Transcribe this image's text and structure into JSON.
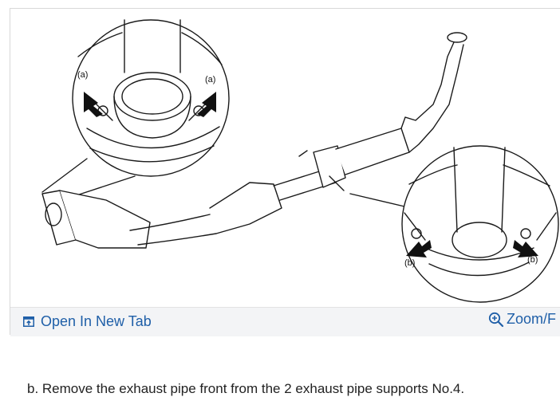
{
  "toolbar": {
    "open_tab_label": "Open In New Tab",
    "zoom_label": "Zoom/F"
  },
  "illustration": {
    "callout_a_left": "(a)",
    "callout_a_right": "(a)",
    "callout_b_left": "(b)",
    "callout_b_right": "(b)"
  },
  "caption": "b. Remove the exhaust pipe front from the 2 exhaust pipe supports No.4.",
  "colors": {
    "link": "#1f5fa8",
    "toolbar_bg": "#f3f4f6",
    "line_art": "#1a1a1a"
  },
  "icons": [
    "open-in-new-tab-icon",
    "zoom-in-icon"
  ]
}
